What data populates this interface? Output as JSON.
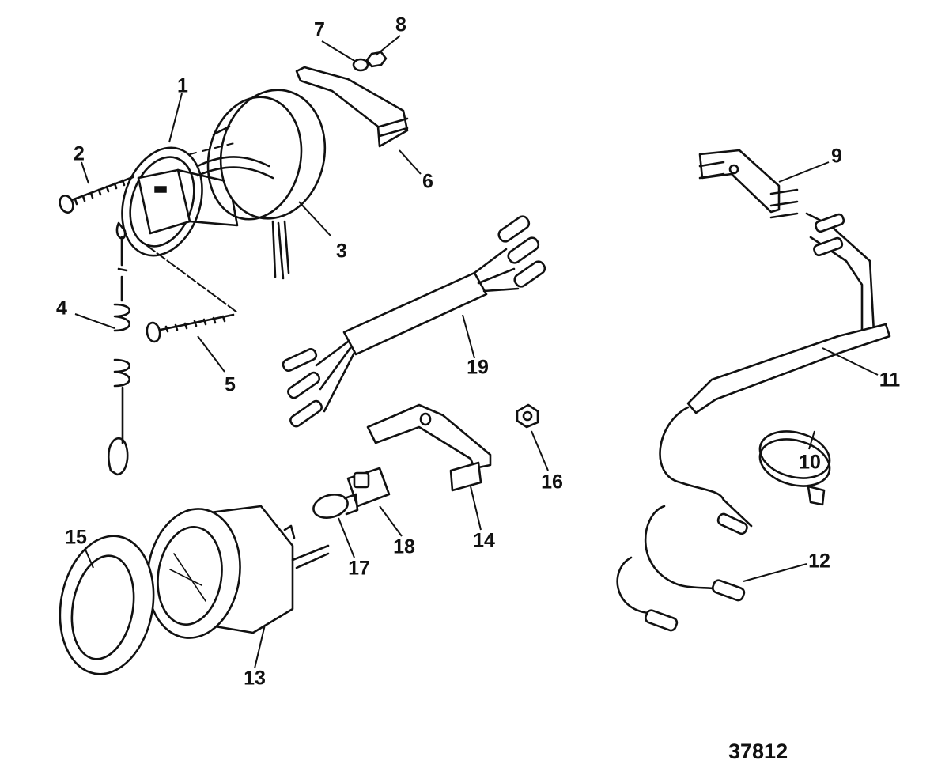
{
  "diagram": {
    "callouts": [
      {
        "id": "1",
        "label": "1"
      },
      {
        "id": "2",
        "label": "2"
      },
      {
        "id": "3",
        "label": "3"
      },
      {
        "id": "4",
        "label": "4"
      },
      {
        "id": "5",
        "label": "5"
      },
      {
        "id": "6",
        "label": "6"
      },
      {
        "id": "7",
        "label": "7"
      },
      {
        "id": "8",
        "label": "8"
      },
      {
        "id": "9",
        "label": "9"
      },
      {
        "id": "10",
        "label": "10"
      },
      {
        "id": "11",
        "label": "11"
      },
      {
        "id": "12",
        "label": "12"
      },
      {
        "id": "13",
        "label": "13"
      },
      {
        "id": "14",
        "label": "14"
      },
      {
        "id": "15",
        "label": "15"
      },
      {
        "id": "16",
        "label": "16"
      },
      {
        "id": "17",
        "label": "17"
      },
      {
        "id": "18",
        "label": "18"
      },
      {
        "id": "19",
        "label": "19"
      }
    ],
    "figure_number": "37812"
  }
}
